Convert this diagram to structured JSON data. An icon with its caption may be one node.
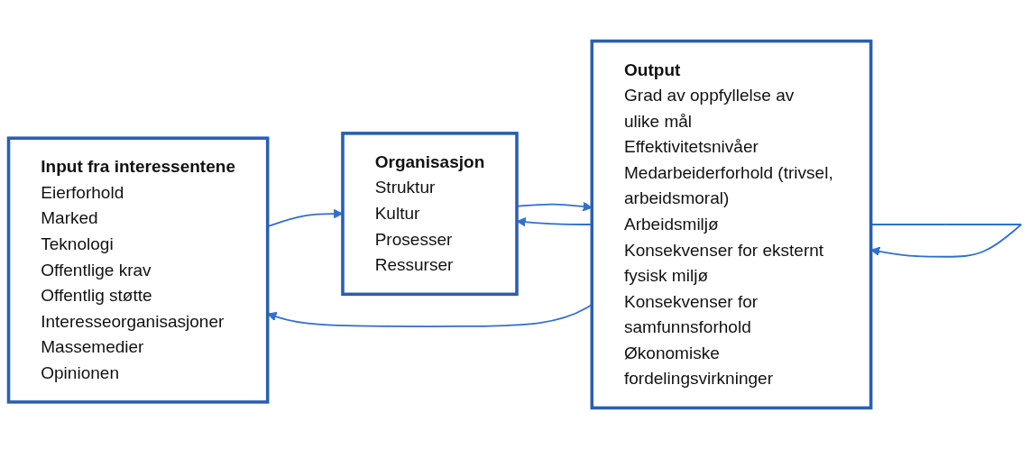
{
  "diagram": {
    "nodes": [
      {
        "text": [
          "Input fra interessentene",
          "Eierforhold",
          "Marked",
          "Teknologi",
          "Offentlige krav",
          "Offentlig støtte",
          "Interesseorganisasjoner",
          "Massemedier",
          "Opinionen"
        ]
      },
      {
        "text": [
          "Organisasjon",
          "Struktur",
          "Kultur",
          "Prosesser",
          "Ressurser"
        ]
      },
      {
        "text": [
          "Output",
          "Grad av oppfyllelse av ulike mål",
          "Effektivitetsnivåer",
          "Medarbeiderforhold (trivsel, arbeidsmoral)",
          "Arbeidsmiljø",
          "Konsekvenser for eksternt fysisk miljø",
          "Konsekvenser for samfunnsforhold",
          "Økonomiske fordelingsvirkninger"
        ]
      }
    ],
    "edges": [
      {
        "from": 0,
        "to": 1,
        "arrow": "to"
      },
      {
        "from": 1,
        "to": 2,
        "arrow": "to"
      },
      {
        "from": 2,
        "to": 0,
        "arrow": "to"
      },
      {
        "from": 2,
        "to": 1,
        "arrow": "to"
      },
      {
        "from": 2,
        "to": 2,
        "arrow": "to"
      }
    ]
  }
}
